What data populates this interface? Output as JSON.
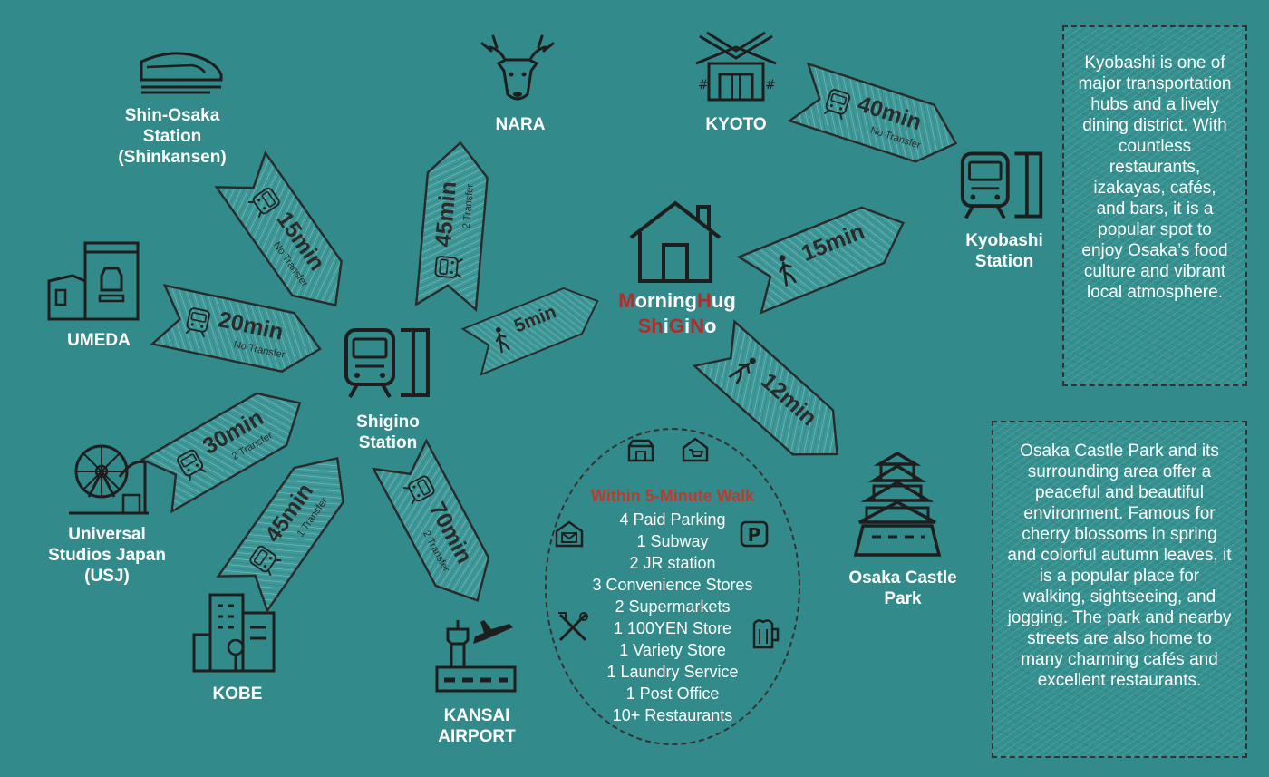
{
  "destinations": {
    "shin_osaka": "Shin-Osaka\nStation\n(Shinkansen)",
    "nara": "NARA",
    "kyoto": "KYOTO",
    "umeda": "UMEDA",
    "usj": "Universal\nStudios Japan\n(USJ)",
    "kobe": "KOBE",
    "kansai": "KANSAI\nAIRPORT",
    "shigino": "Shigino\nStation",
    "kyobashi": "Kyobashi\nStation",
    "osaka_castle": "Osaka Castle\nPark"
  },
  "brand": {
    "part1": "M",
    "part2": "orning",
    "part3": "H",
    "part4": "ug",
    "part5": "Sh",
    "part6": "i",
    "part7": "G",
    "part8": "i",
    "part9": "N",
    "part10": "o"
  },
  "routes": {
    "shin_osaka": {
      "time": "15min",
      "note": "No Transfer"
    },
    "nara": {
      "time": "45min",
      "note": "2 Transfer"
    },
    "umeda": {
      "time": "20min",
      "note": "No Transfer"
    },
    "usj": {
      "time": "30min",
      "note": "2 Transfer"
    },
    "kobe": {
      "time": "45min",
      "note": "1 Transfer"
    },
    "kansai": {
      "time": "70min",
      "note": "2 Transfer"
    },
    "walk_shigino": {
      "time": "5min"
    },
    "kyobashi_kyoto": {
      "time": "40min",
      "note": "No Transfer"
    },
    "walk_kyobashi": {
      "time": "15min"
    },
    "run_castle": {
      "time": "12min"
    }
  },
  "amenities": {
    "title": "Within 5-Minute Walk",
    "items": [
      "4 Paid Parking",
      "1 Subway",
      "2 JR station",
      "3 Convenience Stores",
      "2 Supermarkets",
      "1 100YEN Store",
      "1 Variety Store",
      "1 Laundry Service",
      "1 Post Office",
      "10+ Restaurants"
    ]
  },
  "info": {
    "kyobashi": "Kyobashi is one of major transportation hubs and a lively dining district. With countless restaurants, izakayas, cafés, and bars, it is a popular spot to enjoy Osaka’s food culture and vibrant local atmosphere.",
    "castle": "Osaka Castle Park and its surrounding area offer a peaceful and beautiful environment. Famous for cherry blossoms in spring and colorful autumn leaves, it is a popular place for walking, sightseeing, and jogging. The park and nearby streets are also home to many charming cafés and excellent restaurants."
  },
  "colors": {
    "background": "#328a8a",
    "brand_red": "#b52b2b",
    "arrow_fill": "#3d9595",
    "ink": "#1e1e1e"
  }
}
